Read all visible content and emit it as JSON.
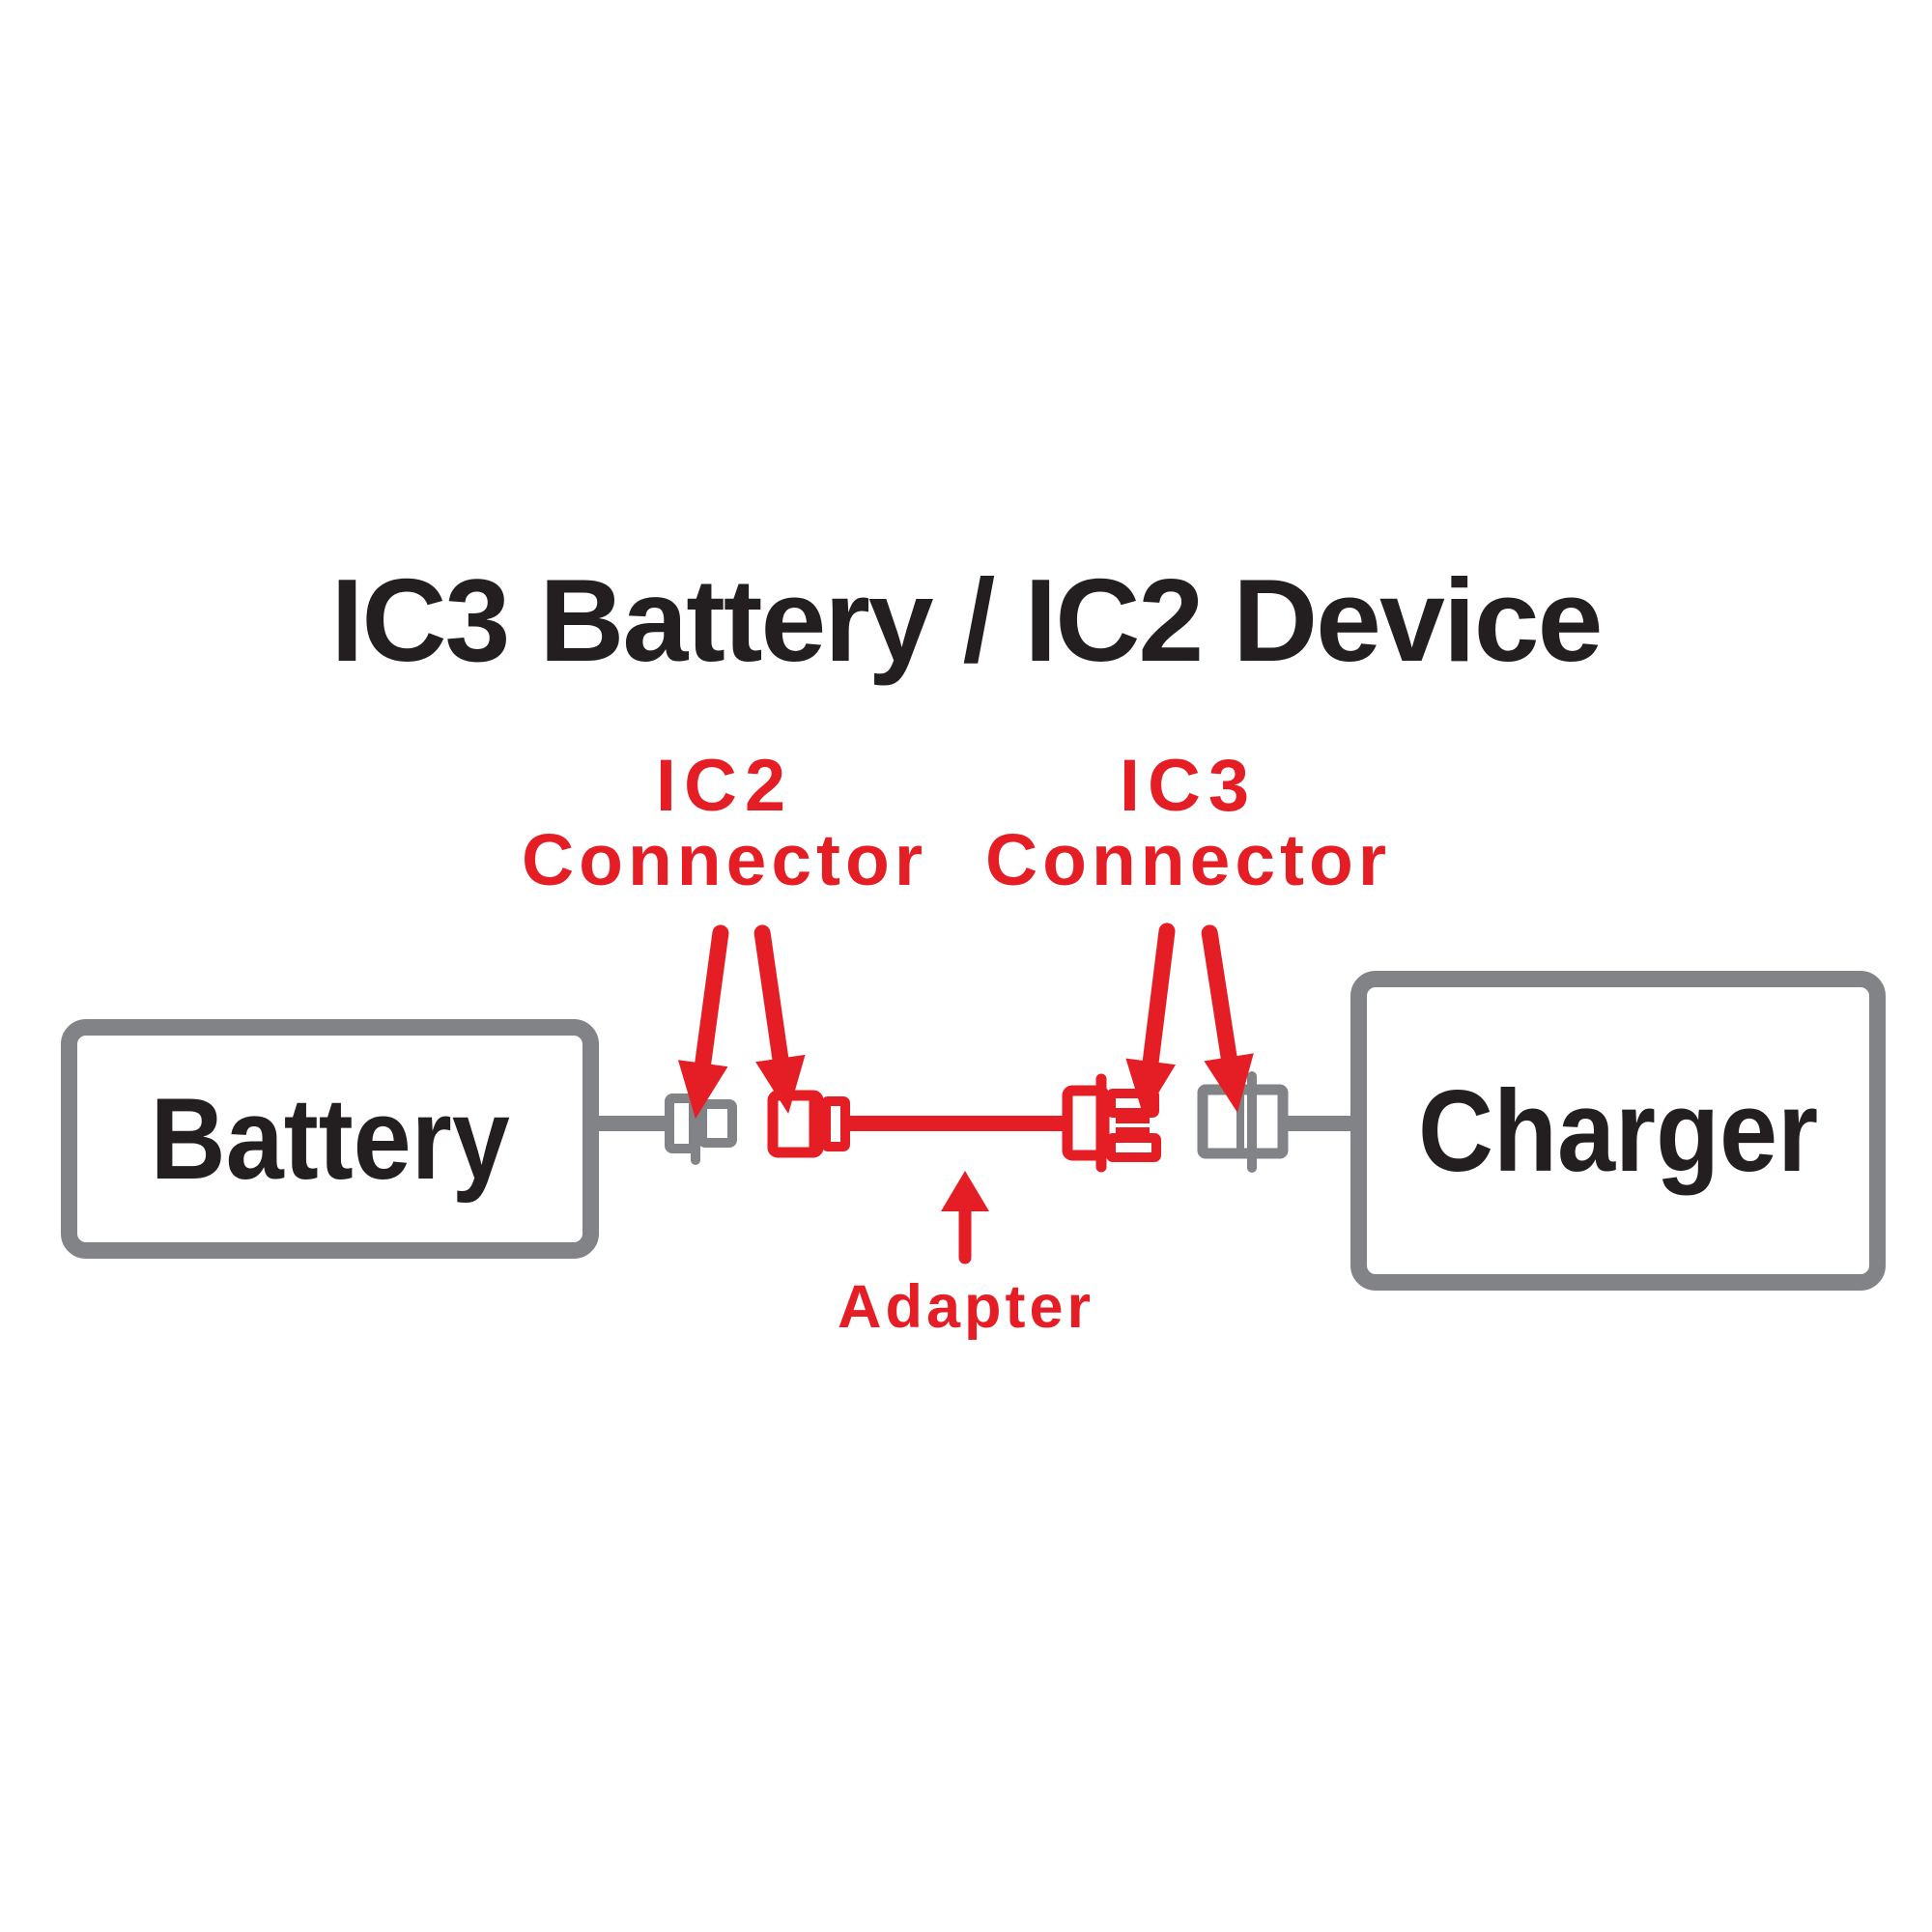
{
  "title": "IC3 Battery / IC2 Device",
  "labels": {
    "ic2": {
      "line1": "IC2",
      "line2": "Connector"
    },
    "ic3": {
      "line1": "IC3",
      "line2": "Connector"
    },
    "adapter": "Adapter"
  },
  "nodes": {
    "battery": "Battery",
    "charger": "Charger"
  },
  "icons": {
    "battery_plug": "ic2-battery-side-plug-icon",
    "adapter_left": "adapter-ic2-port-icon",
    "adapter_right": "adapter-ic3-plug-icon",
    "charger_port": "ic3-charger-side-port-icon",
    "pointer_down": "down-arrow-icon",
    "pointer_up": "up-arrow-icon"
  },
  "colors": {
    "red": "#e51e25",
    "gray": "#818386",
    "black": "#231f20",
    "background": "#ffffff"
  }
}
